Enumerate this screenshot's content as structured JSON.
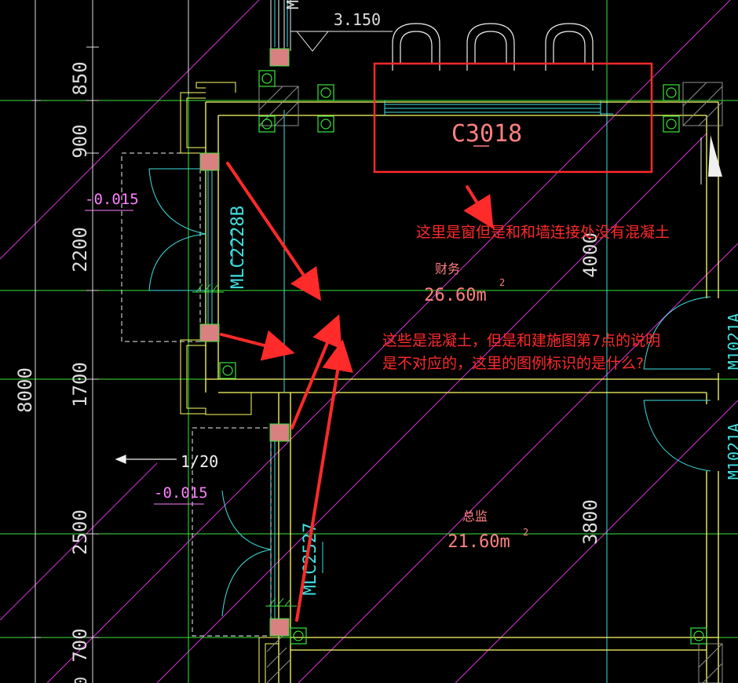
{
  "dimensions": {
    "left_total": "8000",
    "left_segments": [
      "850",
      "900",
      "2200",
      "1700",
      "2500",
      "700"
    ],
    "right_top": "4000",
    "right_bottom": "3800",
    "bottom_edge": "0"
  },
  "elevations": {
    "top": "3.150",
    "door_upper": "-0.015",
    "door_lower": "-0.015"
  },
  "slope_label": "1/20",
  "labels": {
    "window": "C3018",
    "door_window_upper": "MLC2228B",
    "door_window_lower": "MLC2527",
    "door_right_a": "M1021A",
    "door_right_b": "M1021A",
    "top_frag": "M"
  },
  "rooms": [
    {
      "name": "财务",
      "area": "26.60m",
      "sup": "2"
    },
    {
      "name": "总监",
      "area": "21.60m",
      "sup": "2"
    }
  ],
  "annotations": {
    "window_note": "这里是窗但是和和墙连接处没有混凝土",
    "concrete_note_line1": "这些是混凝土，但是和建施图第7点的说明",
    "concrete_note_line2": "是不对应的，这里的图例标识的是什么?"
  },
  "colors": {
    "background": "#000000",
    "dimension": "#dddddd",
    "grid": "#39e639",
    "wall": "#ffff66",
    "magenta": "#d633d6",
    "cyan": "#40e0e0",
    "white_line": "#f0f0f0",
    "column": "#d98080",
    "hatch": "#909090",
    "annotation": "#ff2a2a",
    "room_text": "#ff8080"
  }
}
